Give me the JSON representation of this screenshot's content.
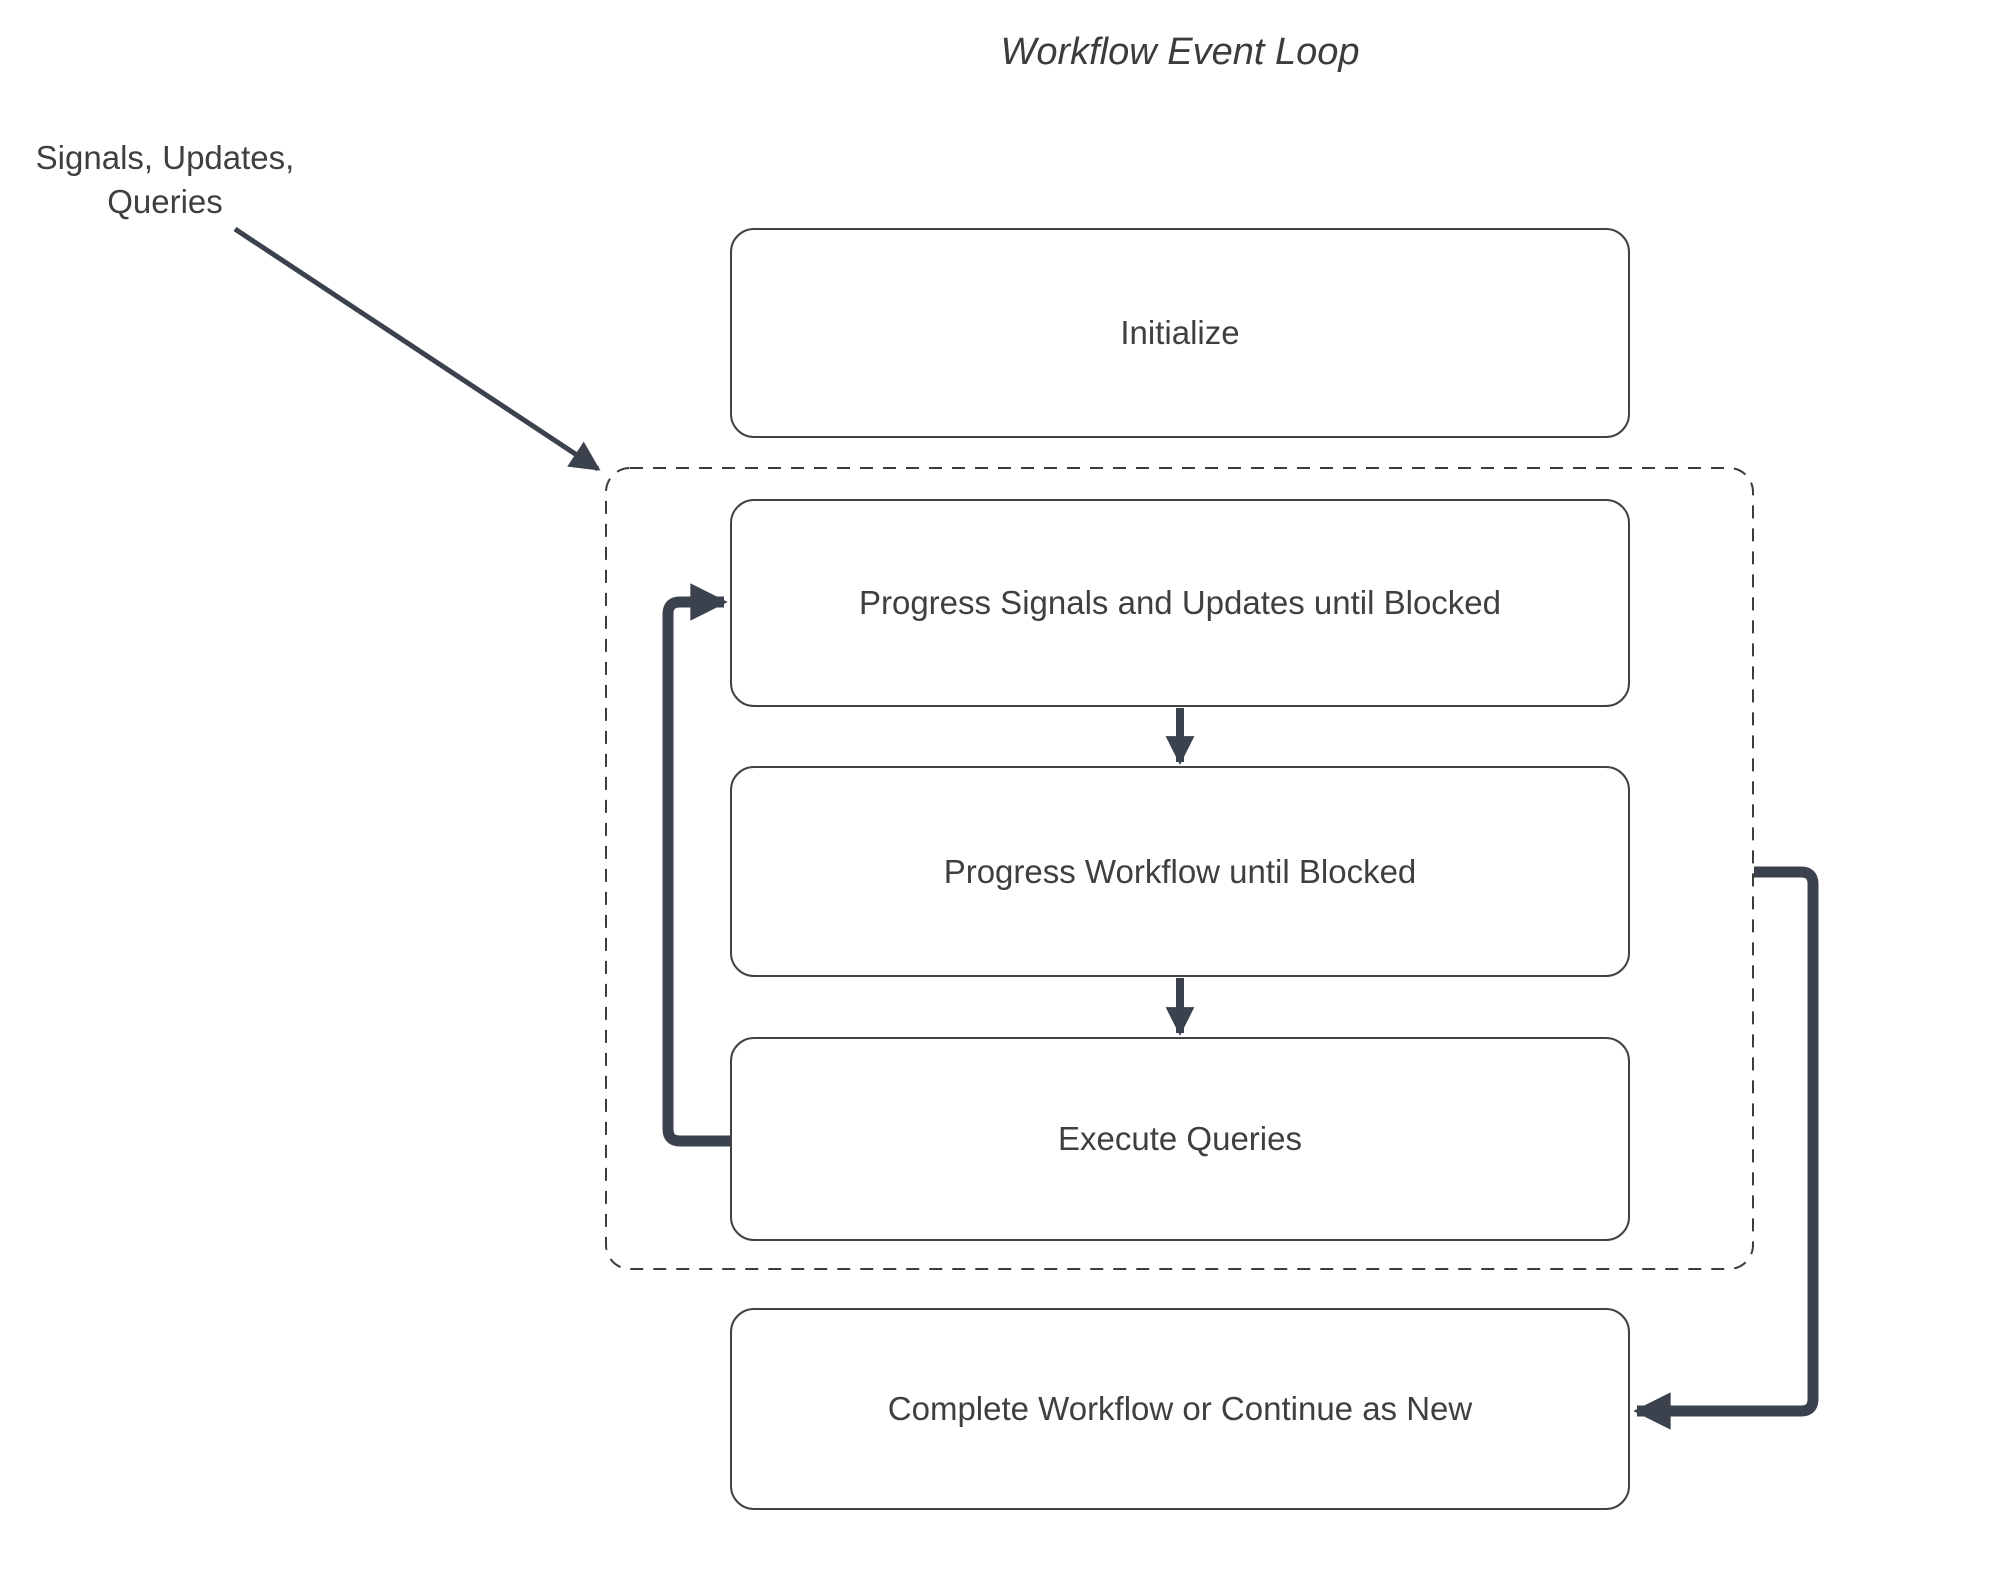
{
  "diagram": {
    "title": "Workflow Event Loop",
    "input_label": "Signals, Updates,\nQueries",
    "nodes": [
      {
        "id": "initialize",
        "label": "Initialize"
      },
      {
        "id": "progress-signals",
        "label": "Progress Signals and Updates until Blocked"
      },
      {
        "id": "progress-workflow",
        "label": "Progress Workflow until Blocked"
      },
      {
        "id": "execute-queries",
        "label": "Execute Queries"
      },
      {
        "id": "complete",
        "label": "Complete Workflow or Continue as New"
      }
    ],
    "group": {
      "style": "dashed",
      "contains": [
        "progress-signals",
        "progress-workflow",
        "execute-queries"
      ]
    },
    "edges": [
      {
        "from": "inputs-label",
        "to": "event-loop-group",
        "style": "thin-diagonal"
      },
      {
        "from": "progress-signals",
        "to": "progress-workflow",
        "style": "short-down"
      },
      {
        "from": "progress-workflow",
        "to": "execute-queries",
        "style": "short-down"
      },
      {
        "from": "execute-queries",
        "to": "progress-signals",
        "style": "thick-loop-left"
      },
      {
        "from": "event-loop-group",
        "to": "complete",
        "style": "thick-right-down"
      }
    ],
    "colors": {
      "background": "#ffffff",
      "arrow": "#3b424d",
      "node_border": "#424242",
      "dashed_border": "#3c3c3c",
      "text": "#3f3f3f"
    }
  }
}
